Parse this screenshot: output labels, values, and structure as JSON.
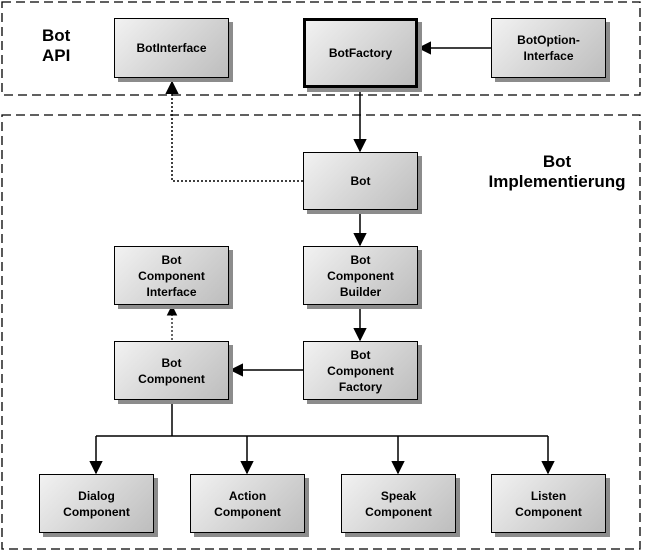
{
  "groups": {
    "api": {
      "label": "Bot\nAPI"
    },
    "impl": {
      "label": "Bot\nImplementierung"
    }
  },
  "nodes": {
    "bot_interface": {
      "label": "BotInterface"
    },
    "bot_factory": {
      "label": "BotFactory"
    },
    "bot_option_interface": {
      "label": "BotOption-\nInterface"
    },
    "bot": {
      "label": "Bot"
    },
    "bot_component_interface": {
      "label": "Bot\nComponent\nInterface"
    },
    "bot_component_builder": {
      "label": "Bot\nComponent\nBuilder"
    },
    "bot_component": {
      "label": "Bot\nComponent"
    },
    "bot_component_factory": {
      "label": "Bot\nComponent\nFactory"
    },
    "dialog_component": {
      "label": "Dialog\nComponent"
    },
    "action_component": {
      "label": "Action\nComponent"
    },
    "speak_component": {
      "label": "Speak\nComponent"
    },
    "listen_component": {
      "label": "Listen\nComponent"
    }
  },
  "edges": [
    {
      "from": "bot_option_interface",
      "to": "bot_factory",
      "style": "solid"
    },
    {
      "from": "bot_factory",
      "to": "bot",
      "style": "solid"
    },
    {
      "from": "bot",
      "to": "bot_interface",
      "style": "dotted"
    },
    {
      "from": "bot",
      "to": "bot_component_builder",
      "style": "solid"
    },
    {
      "from": "bot_component_builder",
      "to": "bot_component_factory",
      "style": "solid"
    },
    {
      "from": "bot_component_factory",
      "to": "bot_component",
      "style": "solid"
    },
    {
      "from": "bot_component",
      "to": "bot_component_interface",
      "style": "dotted"
    },
    {
      "from": "bot_component",
      "to": "dialog_component",
      "style": "solid"
    },
    {
      "from": "bot_component",
      "to": "action_component",
      "style": "solid"
    },
    {
      "from": "bot_component",
      "to": "speak_component",
      "style": "solid"
    },
    {
      "from": "bot_component",
      "to": "listen_component",
      "style": "solid"
    }
  ],
  "colors": {
    "node_fill": "#d7d7d7",
    "node_shadow": "#8c8c8c",
    "line": "#000000"
  }
}
